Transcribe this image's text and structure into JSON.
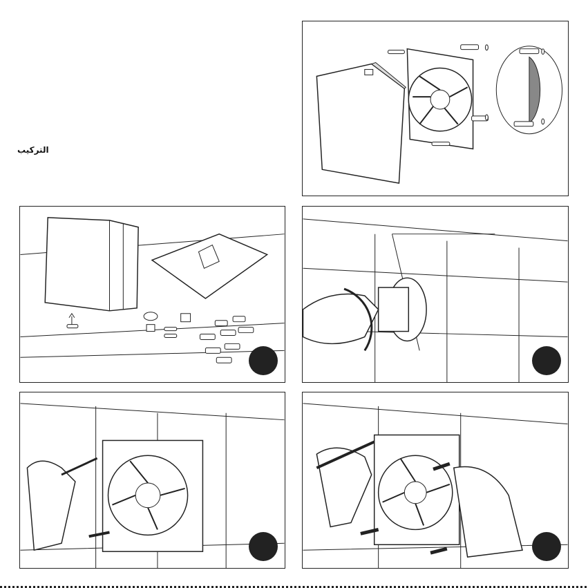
{
  "section": {
    "title": "التركيب"
  },
  "step2": {
    "diameter_symbol": "∅"
  },
  "icons": [
    "fan-unit",
    "mounting-template",
    "screws-and-plugs",
    "drill-icon",
    "screwdriver-icon",
    "hand-icon",
    "arrow-icon"
  ],
  "colors": {
    "line": "#222222",
    "fill": "#ffffff",
    "shade": "#888888"
  }
}
